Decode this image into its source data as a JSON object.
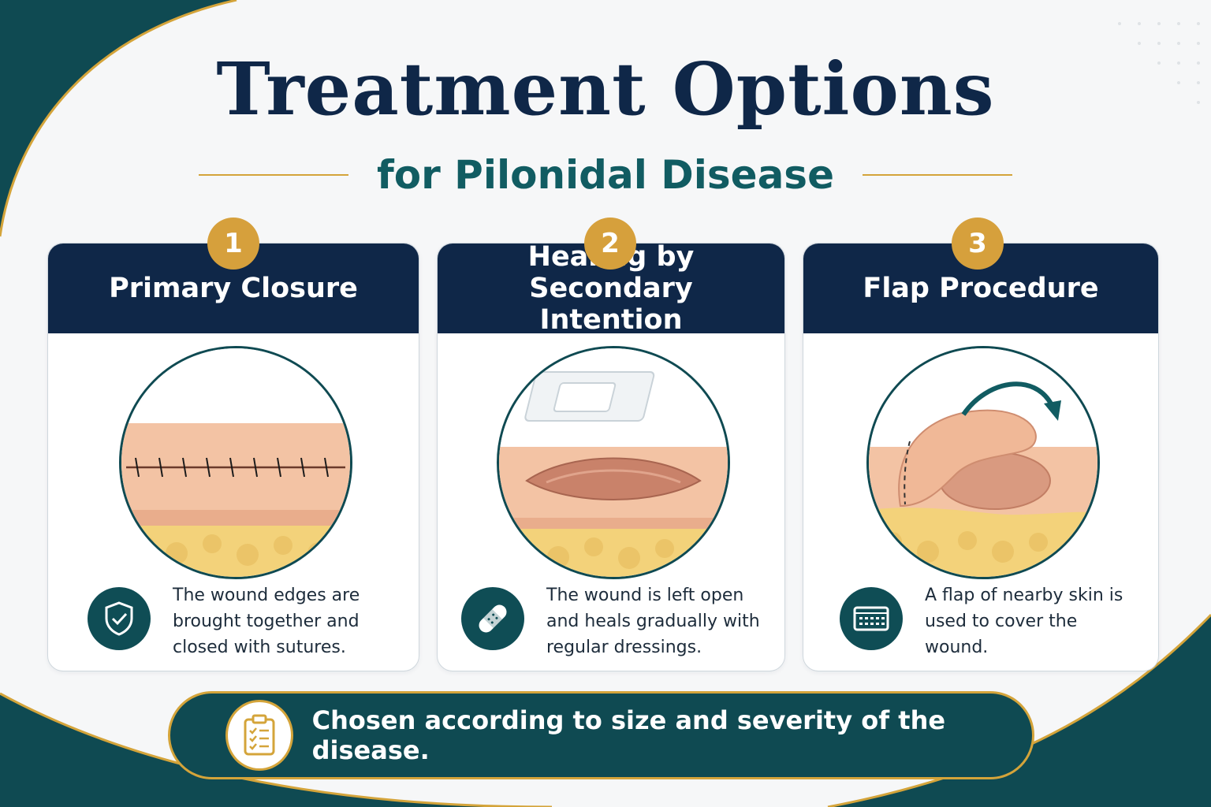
{
  "header": {
    "title": "Treatment Options",
    "subtitle": "for Pilonidal Disease"
  },
  "colors": {
    "navy": "#0f2748",
    "teal": "#0f4a52",
    "gold": "#d4a43a",
    "skin": "#f2c4a6",
    "fat": "#f3d27a"
  },
  "cards": [
    {
      "number": "1",
      "title": "Primary Closure",
      "illustration": "sutured-incision",
      "icon": "shield-check-icon",
      "description": "The wound edges are brought together and closed with sutures."
    },
    {
      "number": "2",
      "title": "Healing by Secondary Intention",
      "illustration": "open-wound-with-dressing",
      "icon": "bandage-icon",
      "description": "The wound is left open and heals gradually with regular dressings."
    },
    {
      "number": "3",
      "title": "Flap Procedure",
      "illustration": "skin-flap-rotation",
      "icon": "skin-graft-icon",
      "description": "A flap of nearby skin is used to cover the wound."
    }
  ],
  "footer": {
    "icon": "clipboard-checklist-icon",
    "text": "Chosen according to size and severity of the disease."
  }
}
